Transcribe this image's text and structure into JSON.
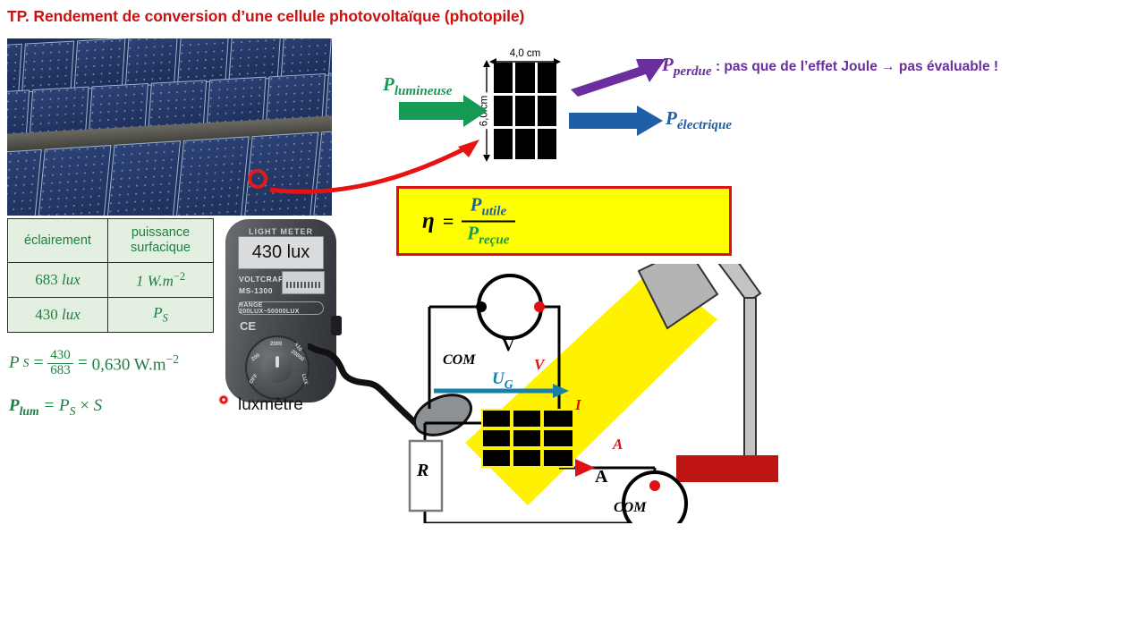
{
  "title": "TP. Rendement de conversion d’une cellule photovoltaïque (photopile)",
  "photo": {
    "name": "solar-panel-photograph",
    "annotation": "red-circle-highlight"
  },
  "table": {
    "headers": [
      "éclairement",
      "puissance surfacique"
    ],
    "header_col1": "éclairement",
    "header_col2_line1": "puissance",
    "header_col2_line2": "surfacique",
    "rows": [
      {
        "eclairement_value": "683",
        "eclairement_unit": "lux",
        "puissance": "1 W.m",
        "puissance_exp": "−2"
      },
      {
        "eclairement_value": "430",
        "eclairement_unit": "lux",
        "puissance": "P",
        "puissance_sub": "S"
      }
    ]
  },
  "formulas": {
    "ps": {
      "lhs": "P",
      "lhs_sub": "S",
      "eq1": "=",
      "num": "430",
      "den": "683",
      "eq2": "=",
      "result": "0,630 W.m",
      "result_exp": "−2"
    },
    "plum": {
      "lhs": "P",
      "lhs_sub": "lum",
      "eq": "=",
      "rhs": "P",
      "rhs_sub": "S",
      "times": "×",
      "area": "S"
    }
  },
  "efficiency_box": {
    "eta": "η",
    "equals": "=",
    "numerator": "P",
    "numerator_sub": "utile",
    "denominator": "P",
    "denominator_sub": "reçue",
    "box_fill": "#FFFF00",
    "box_border": "#DD1111"
  },
  "cell_diagram": {
    "width_label": "4,0 cm",
    "height_label": "6,0 cm",
    "cells": 9
  },
  "energy_flow": {
    "incoming": {
      "label": "P",
      "sub": "lumineuse",
      "color": "#169B54"
    },
    "lost": {
      "label": "P",
      "sub": "perdue",
      "color": "#6B2E9E",
      "note": " : pas que de l’effet Joule → pas évaluable !"
    },
    "electrical": {
      "label": "P",
      "sub": "électrique",
      "color": "#1F5FA8"
    }
  },
  "luxmeter": {
    "device_title": "LIGHT METER",
    "display_value": "430 lux",
    "brand": "VOLTCRAFT.",
    "model": "MS-1300",
    "range": "RANGE 200LUX~50000LUX",
    "ce_mark": "CE",
    "dial_ticks": [
      "OFF",
      "200",
      "2000",
      "20000",
      "x10",
      "LUX"
    ],
    "caption": "luxmètre"
  },
  "circuit": {
    "voltmeter": "V",
    "voltmeter_com": "COM",
    "voltmeter_v_terminal": "V",
    "ammeter": "A",
    "ammeter_a_terminal": "A",
    "ammeter_com": "COM",
    "resistor": "R",
    "voltage_label": "U",
    "voltage_sub": "G",
    "current_label": "I",
    "beam_color": "#FFF200",
    "lamp_base_color": "#BE1414"
  }
}
